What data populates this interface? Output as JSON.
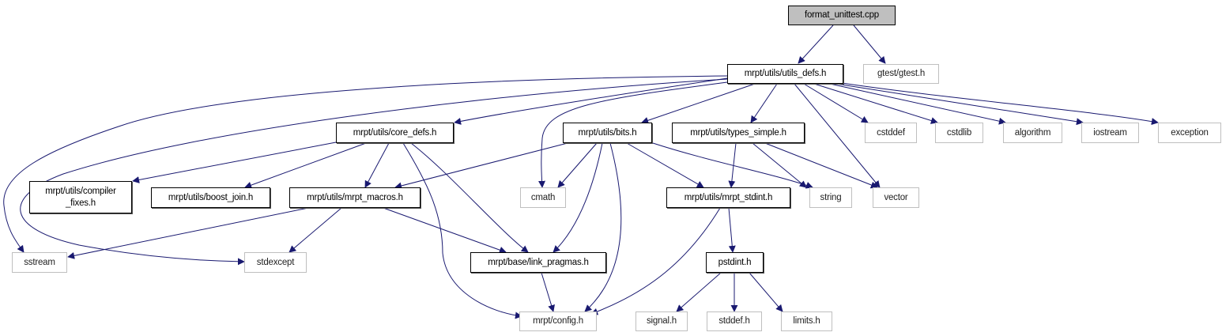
{
  "title": "format_unittest.cpp",
  "colors": {
    "edge": "#191970",
    "root_fill": "#bfbfbf",
    "external_border": "#bfbfbf",
    "internal_border": "#000000"
  },
  "nodes": [
    {
      "id": "root",
      "label": "format_unittest.cpp",
      "kind": "root"
    },
    {
      "id": "utils_defs",
      "label": "mrpt/utils/utils_defs.h",
      "kind": "solid"
    },
    {
      "id": "gtest",
      "label": "gtest/gtest.h",
      "kind": "light"
    },
    {
      "id": "core_defs",
      "label": "mrpt/utils/core_defs.h",
      "kind": "solid"
    },
    {
      "id": "bits",
      "label": "mrpt/utils/bits.h",
      "kind": "solid"
    },
    {
      "id": "types_simple",
      "label": "mrpt/utils/types_simple.h",
      "kind": "solid"
    },
    {
      "id": "cstddef",
      "label": "cstddef",
      "kind": "light"
    },
    {
      "id": "cstdlib",
      "label": "cstdlib",
      "kind": "light"
    },
    {
      "id": "algorithm",
      "label": "algorithm",
      "kind": "light"
    },
    {
      "id": "iostream",
      "label": "iostream",
      "kind": "light"
    },
    {
      "id": "exception",
      "label": "exception",
      "kind": "light"
    },
    {
      "id": "compiler_fixes",
      "label": "mrpt/utils/compiler\n_fixes.h",
      "kind": "solid"
    },
    {
      "id": "boost_join",
      "label": "mrpt/utils/boost_join.h",
      "kind": "solid"
    },
    {
      "id": "mrpt_macros",
      "label": "mrpt/utils/mrpt_macros.h",
      "kind": "solid"
    },
    {
      "id": "cmath",
      "label": "cmath",
      "kind": "light"
    },
    {
      "id": "mrpt_stdint",
      "label": "mrpt/utils/mrpt_stdint.h",
      "kind": "solid"
    },
    {
      "id": "string",
      "label": "string",
      "kind": "light"
    },
    {
      "id": "vector",
      "label": "vector",
      "kind": "light"
    },
    {
      "id": "sstream",
      "label": "sstream",
      "kind": "light"
    },
    {
      "id": "stdexcept",
      "label": "stdexcept",
      "kind": "light"
    },
    {
      "id": "link_pragmas",
      "label": "mrpt/base/link_pragmas.h",
      "kind": "solid"
    },
    {
      "id": "pstdint",
      "label": "pstdint.h",
      "kind": "solid"
    },
    {
      "id": "config",
      "label": "mrpt/config.h",
      "kind": "light"
    },
    {
      "id": "signal",
      "label": "signal.h",
      "kind": "light"
    },
    {
      "id": "stddef",
      "label": "stddef.h",
      "kind": "light"
    },
    {
      "id": "limits",
      "label": "limits.h",
      "kind": "light"
    }
  ],
  "edges": [
    [
      "root",
      "utils_defs"
    ],
    [
      "root",
      "gtest"
    ],
    [
      "utils_defs",
      "core_defs"
    ],
    [
      "utils_defs",
      "bits"
    ],
    [
      "utils_defs",
      "types_simple"
    ],
    [
      "utils_defs",
      "cstddef"
    ],
    [
      "utils_defs",
      "cstdlib"
    ],
    [
      "utils_defs",
      "algorithm"
    ],
    [
      "utils_defs",
      "iostream"
    ],
    [
      "utils_defs",
      "exception"
    ],
    [
      "utils_defs",
      "vector"
    ],
    [
      "utils_defs",
      "cmath"
    ],
    [
      "utils_defs",
      "sstream"
    ],
    [
      "utils_defs",
      "stdexcept"
    ],
    [
      "core_defs",
      "compiler_fixes"
    ],
    [
      "core_defs",
      "boost_join"
    ],
    [
      "core_defs",
      "mrpt_macros"
    ],
    [
      "core_defs",
      "link_pragmas"
    ],
    [
      "core_defs",
      "config"
    ],
    [
      "bits",
      "mrpt_macros"
    ],
    [
      "bits",
      "cmath"
    ],
    [
      "bits",
      "link_pragmas"
    ],
    [
      "bits",
      "config"
    ],
    [
      "bits",
      "mrpt_stdint"
    ],
    [
      "bits",
      "string"
    ],
    [
      "types_simple",
      "mrpt_stdint"
    ],
    [
      "types_simple",
      "string"
    ],
    [
      "types_simple",
      "vector"
    ],
    [
      "mrpt_macros",
      "sstream"
    ],
    [
      "mrpt_macros",
      "stdexcept"
    ],
    [
      "mrpt_macros",
      "link_pragmas"
    ],
    [
      "link_pragmas",
      "config"
    ],
    [
      "mrpt_stdint",
      "config"
    ],
    [
      "mrpt_stdint",
      "pstdint"
    ],
    [
      "pstdint",
      "signal"
    ],
    [
      "pstdint",
      "stddef"
    ],
    [
      "pstdint",
      "limits"
    ]
  ]
}
